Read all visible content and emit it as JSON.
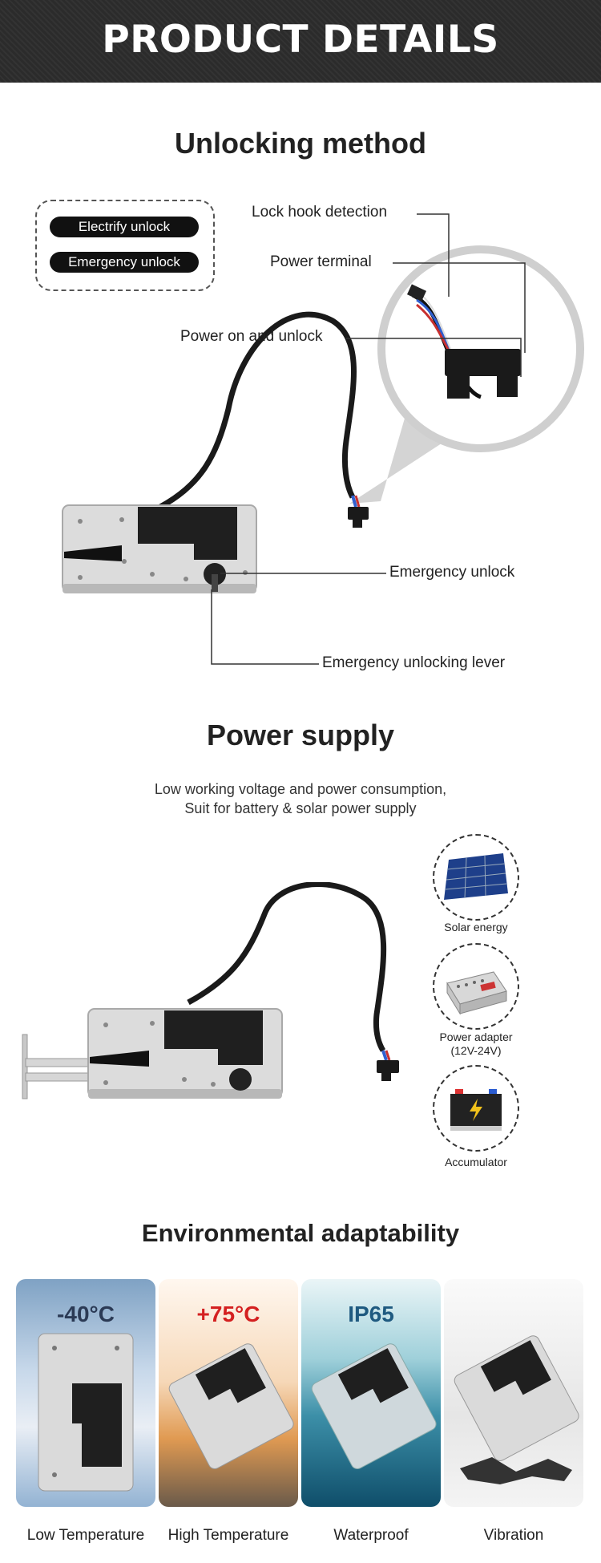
{
  "banner": {
    "title": "PRODUCT DETAILS"
  },
  "unlocking": {
    "title": "Unlocking method",
    "methods": [
      "Electrify unlock",
      "Emergency unlock"
    ],
    "callouts": {
      "lock_hook": "Lock hook detection",
      "power_terminal": "Power terminal",
      "power_on": "Power on and unlock",
      "emergency_unlock": "Emergency unlock",
      "emergency_lever": "Emergency unlocking lever"
    }
  },
  "power": {
    "title": "Power supply",
    "subtitle_line1": "Low working voltage and power consumption,",
    "subtitle_line2": "Suit for battery & solar power supply",
    "sources": [
      {
        "label": "Solar energy",
        "sub": ""
      },
      {
        "label": "Power adapter",
        "sub": "(12V-24V)"
      },
      {
        "label": "Accumulator",
        "sub": ""
      }
    ]
  },
  "environment": {
    "title": "Environmental adaptability",
    "cards": [
      {
        "tag": "-40°C",
        "caption": "Low Temperature",
        "tag_color": "#2b3a55"
      },
      {
        "tag": "+75°C",
        "caption": "High Temperature",
        "tag_color": "#d42020"
      },
      {
        "tag": "IP65",
        "caption": "Waterproof",
        "tag_color": "#1f5a80"
      },
      {
        "tag": "",
        "caption": "Vibration",
        "tag_color": "#333333"
      }
    ]
  }
}
